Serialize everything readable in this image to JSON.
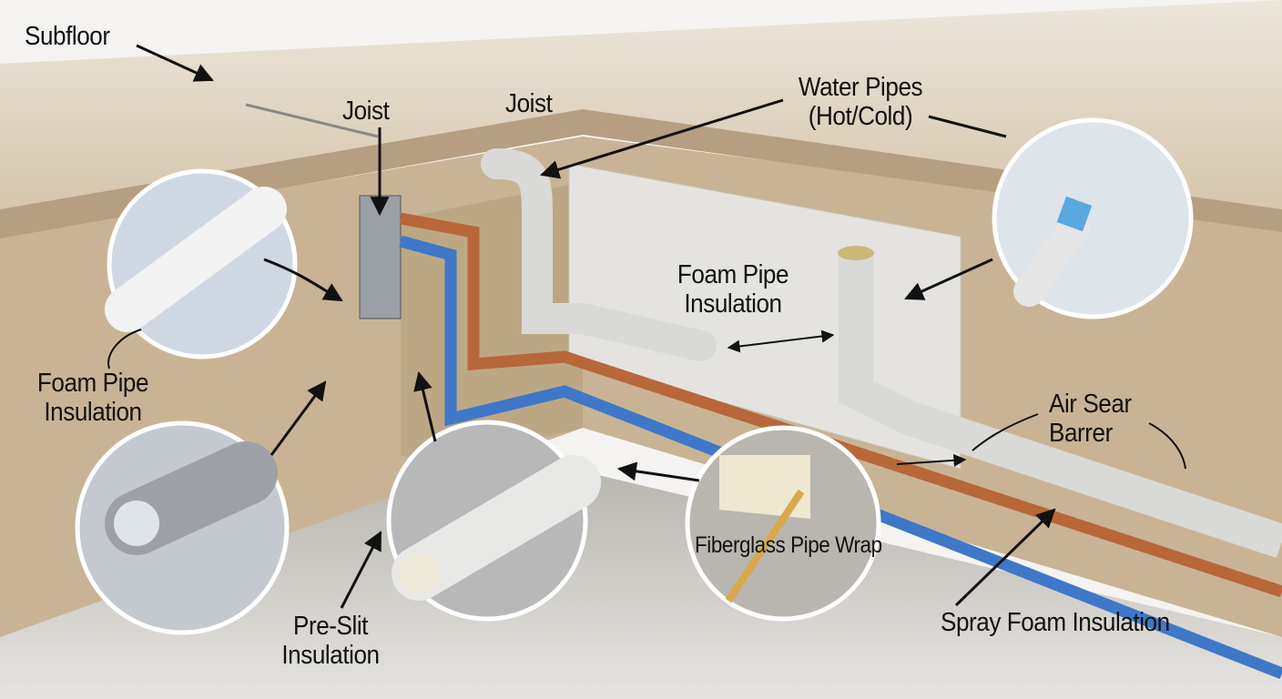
{
  "labels": {
    "subfloor": "Subfloor",
    "joist_left": "Joist",
    "joist_right": "Joist",
    "water_pipes_line1": "Water Pipes",
    "water_pipes_line2": "(Hot/Cold)",
    "foam_center_line1": "Foam Pipe",
    "foam_center_line2": "Insulation",
    "foam_left_line1": "Foam Pipe",
    "foam_left_line2": "Insulation",
    "air_seal_line1": "Air Sear",
    "air_seal_line2": "Barrer",
    "fiberglass": "Fiberglass Pipe Wrap",
    "spray_foam": "Spray Foam Insulation",
    "pre_slit_line1": "Pre-Slit",
    "pre_slit_line2": "Insulation"
  },
  "colors": {
    "subfloor": "#d6c6ac",
    "wall": "#c7b393",
    "floor": "#bdbab4",
    "panel": "#e6e5e2",
    "copper": "#b8673a",
    "cold": "#3f78c8",
    "insulation": "#d9d9d7"
  }
}
